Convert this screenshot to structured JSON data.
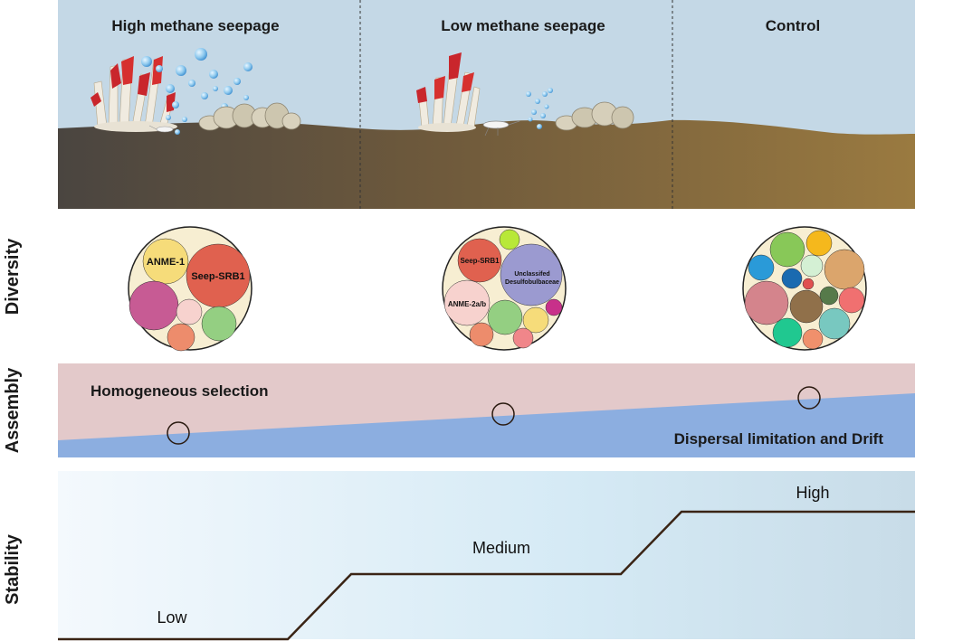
{
  "row_labels": {
    "diversity": "Diversity",
    "assembly": "Assembly",
    "stability": "Stability"
  },
  "columns": [
    {
      "title": "High methane seepage"
    },
    {
      "title": "Low methane seepage"
    },
    {
      "title": "Control"
    }
  ],
  "colors": {
    "water": "#c4d8e6",
    "sediment_left": "#4a4540",
    "sediment_right": "#9a7a40",
    "community_bg": "#f7eed2",
    "assembly_top": "#e3c9ca",
    "assembly_bottom": "#8caee0",
    "stability_line": "#3a2415"
  },
  "diversity": {
    "panels": [
      {
        "name": "high",
        "bubbles": [
          {
            "label": "ANME-1",
            "color": "#f6dc7a"
          },
          {
            "label": "Seep-SRB1",
            "color": "#e0614f"
          },
          {
            "label": "",
            "color": "#c75b94"
          },
          {
            "label": "",
            "color": "#f7d2ce"
          },
          {
            "label": "",
            "color": "#94cf82"
          },
          {
            "label": "",
            "color": "#ed8c6c"
          }
        ]
      },
      {
        "name": "low",
        "bubbles": [
          {
            "label": "Seep-SRB1",
            "color": "#e0614f"
          },
          {
            "label": "Unclassifed Desulfobulbaceae",
            "color": "#9b9ad0"
          },
          {
            "label": "ANME-2a/b",
            "color": "#f7d2ce"
          },
          {
            "label": "",
            "color": "#b8e838"
          },
          {
            "label": "",
            "color": "#94cf82"
          },
          {
            "label": "",
            "color": "#f6dc7a"
          },
          {
            "label": "",
            "color": "#c8308a"
          },
          {
            "label": "",
            "color": "#ed8c6c"
          },
          {
            "label": "",
            "color": "#f0868a"
          }
        ]
      },
      {
        "name": "control",
        "bubbles": [
          {
            "label": "",
            "color": "#88c858"
          },
          {
            "label": "",
            "color": "#f5b81c"
          },
          {
            "label": "",
            "color": "#2a9ad8"
          },
          {
            "label": "",
            "color": "#1a6ab0"
          },
          {
            "label": "",
            "color": "#d4f0d4"
          },
          {
            "label": "",
            "color": "#dba56c"
          },
          {
            "label": "",
            "color": "#e05050"
          },
          {
            "label": "",
            "color": "#d4848c"
          },
          {
            "label": "",
            "color": "#567a4a"
          },
          {
            "label": "",
            "color": "#90704a"
          },
          {
            "label": "",
            "color": "#f07070"
          },
          {
            "label": "",
            "color": "#78c8c0"
          },
          {
            "label": "",
            "color": "#20c890"
          },
          {
            "label": "",
            "color": "#f0906c"
          }
        ]
      }
    ]
  },
  "assembly": {
    "top_label": "Homogeneous selection",
    "bottom_label": "Dispersal limitation and Drift"
  },
  "stability": {
    "levels": [
      {
        "label": "Low"
      },
      {
        "label": "Medium"
      },
      {
        "label": "High"
      }
    ]
  }
}
